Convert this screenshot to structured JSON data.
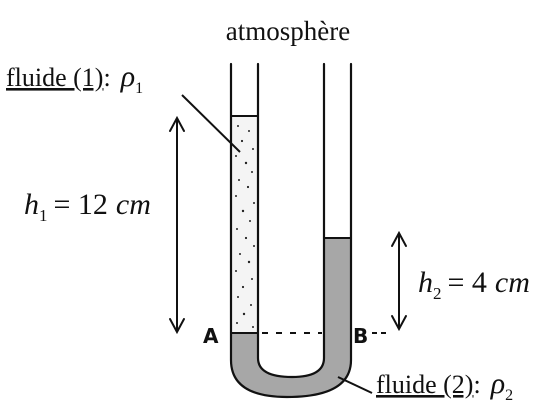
{
  "title": "atmosphère",
  "fluid1": {
    "label": "fluide (1)",
    "colon": ":",
    "density_symbol": "ρ",
    "density_sub": "1"
  },
  "fluid2": {
    "label": "fluide (2)",
    "colon": ":",
    "density_symbol": "ρ",
    "density_sub": "2"
  },
  "h1": {
    "symbol": "h",
    "sub": "1",
    "value": "= 12",
    "unit": "cm"
  },
  "h2": {
    "symbol": "h",
    "sub": "2",
    "value": "= 4",
    "unit": "cm"
  },
  "points": {
    "a": "A",
    "b": "B"
  },
  "colors": {
    "fluid2_fill": "#a7a7a7",
    "fluid1_fill": "#f4f4f4",
    "ink": "#111111"
  }
}
